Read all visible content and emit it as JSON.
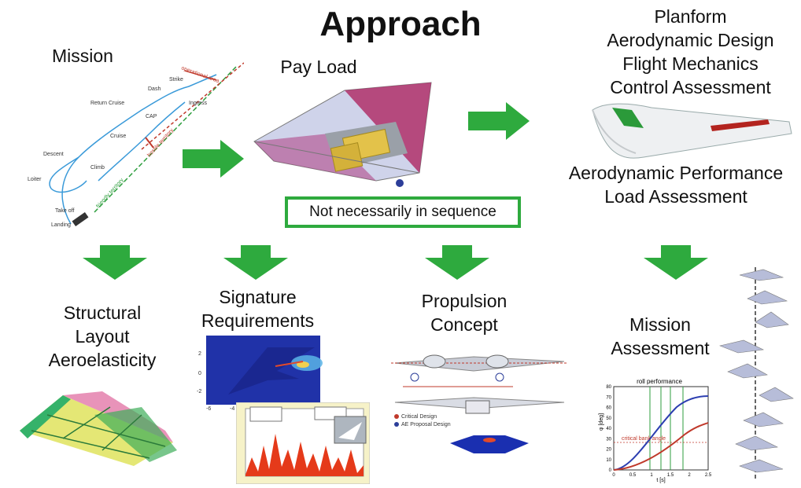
{
  "title": "Approach",
  "labels": {
    "mission": "Mission",
    "payload": "Pay Load",
    "planform": [
      "Planform",
      "Aerodynamic Design",
      "Flight Mechanics",
      "Control Assessment"
    ],
    "aero_perf": [
      "Aerodynamic Performance",
      "Load Assessment"
    ],
    "note": "Not necessarily in sequence",
    "structural": [
      "Structural",
      "Layout",
      "Aeroelasticity"
    ],
    "signature": [
      "Signature",
      "Requirements"
    ],
    "propulsion": [
      "Propulsion",
      "Concept"
    ],
    "mission_assessment": [
      "Mission",
      "Assessment"
    ]
  },
  "mission_map": {
    "operational_area": "operational area",
    "hostile_territory": "hostile territory",
    "friendly_territory": "friendly territory",
    "waypoints": [
      "Dash",
      "Strike",
      "Ingress",
      "Return Cruise",
      "CAP",
      "Cruise",
      "Descent",
      "Climb",
      "Loiter",
      "Take off",
      "Landing"
    ]
  },
  "roll_chart": {
    "title": "roll performance",
    "xlabel": "t [s]",
    "ylabel": "φ [deg]",
    "annotation": "critical bank angle",
    "xticks": [
      "0",
      "0.5",
      "1",
      "1.5",
      "2",
      "2.5"
    ],
    "yticks": [
      "0",
      "10",
      "20",
      "30",
      "40",
      "50",
      "60",
      "70",
      "80"
    ]
  },
  "propulsion_fig": {
    "legend": [
      "Critical Design",
      "AE Proposal Design"
    ]
  },
  "colors": {
    "arrow_green": "#2eaa3e",
    "note_border": "#2eaa3e"
  }
}
